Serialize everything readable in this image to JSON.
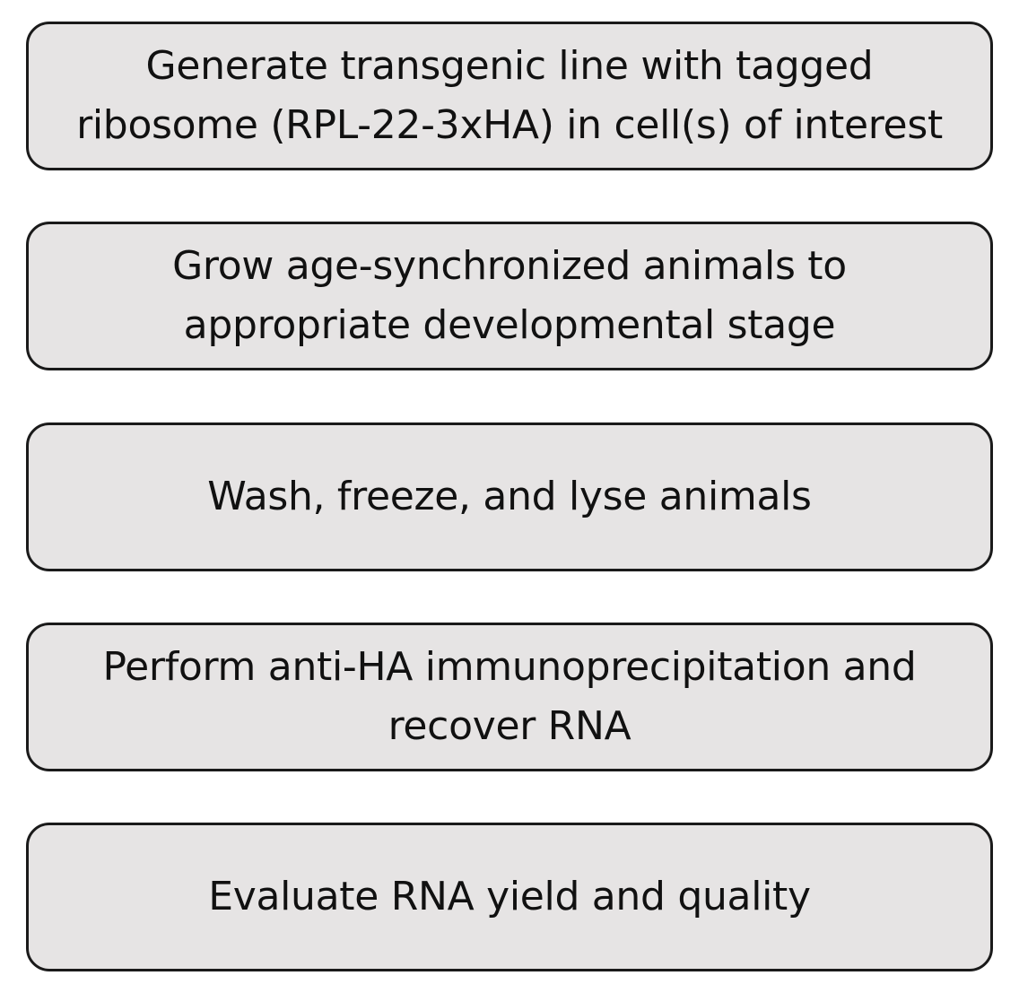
{
  "steps": [
    {
      "text": "Generate transgenic line with tagged\nribosome (RPL-22-3xHA) in cell(s) of interest"
    },
    {
      "text": "Grow age-synchronized animals to\nappropriate developmental stage"
    },
    {
      "text": "Wash, freeze, and lyse animals"
    },
    {
      "text": "Perform anti-HA immunoprecipitation and\nrecover RNA"
    },
    {
      "text": "Evaluate RNA yield and quality"
    }
  ],
  "colors": {
    "box_fill": "#e6e4e4",
    "box_border": "#1a1a1a",
    "text": "#111111"
  }
}
